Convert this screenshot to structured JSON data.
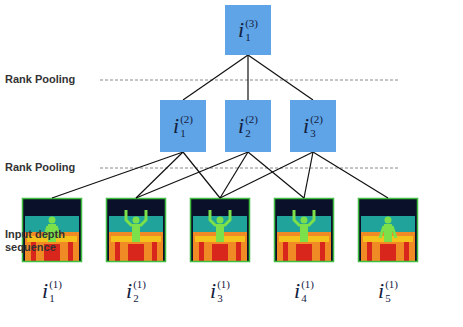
{
  "diagram": {
    "nodes": [
      {
        "text": [
          "i",
          "1",
          "(3)"
        ]
      },
      {
        "text": [
          "i",
          "1",
          "(2)"
        ]
      },
      {
        "text": [
          "i",
          "2",
          "(2)"
        ]
      },
      {
        "text": [
          "i",
          "3",
          "(2)"
        ]
      },
      {
        "text": [
          "i",
          "1",
          "(1)"
        ]
      },
      {
        "text": [
          "i",
          "2",
          "(1)"
        ]
      },
      {
        "text": [
          "i",
          "3",
          "(1)"
        ]
      },
      {
        "text": [
          "i",
          "4",
          "(1)"
        ]
      },
      {
        "text": [
          "i",
          "5",
          "(1)"
        ]
      }
    ],
    "edges": [
      {
        "from": 0,
        "to": 1,
        "arrow": "none"
      },
      {
        "from": 0,
        "to": 2,
        "arrow": "none"
      },
      {
        "from": 0,
        "to": 3,
        "arrow": "none"
      },
      {
        "from": 1,
        "to": 4,
        "arrow": "none"
      },
      {
        "from": 1,
        "to": 5,
        "arrow": "none"
      },
      {
        "from": 1,
        "to": 6,
        "arrow": "none"
      },
      {
        "from": 2,
        "to": 5,
        "arrow": "none"
      },
      {
        "from": 2,
        "to": 6,
        "arrow": "none"
      },
      {
        "from": 2,
        "to": 7,
        "arrow": "none"
      },
      {
        "from": 3,
        "to": 6,
        "arrow": "none"
      },
      {
        "from": 3,
        "to": 7,
        "arrow": "none"
      },
      {
        "from": 3,
        "to": 8,
        "arrow": "none"
      }
    ],
    "labels": [
      "Rank Pooling",
      "Rank Pooling",
      "Input depth sequence"
    ]
  }
}
